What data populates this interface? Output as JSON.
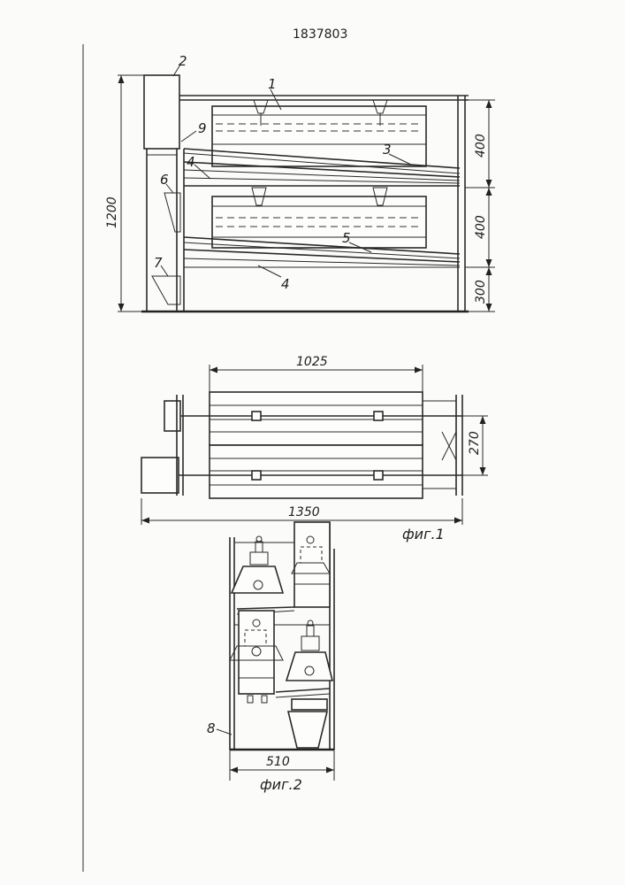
{
  "document": {
    "patent_number": "1837803"
  },
  "fig1_side": {
    "labels": [
      "1",
      "2",
      "9",
      "3",
      "4",
      "6",
      "5",
      "7",
      "4"
    ],
    "dimensions": {
      "overall_height": "1200",
      "upper": "400",
      "middle": "400",
      "lower": "300"
    }
  },
  "fig1_top": {
    "dimensions": {
      "length_top": "1025",
      "length_overall": "1350",
      "pitch": "270"
    },
    "caption": "фиг.1"
  },
  "fig2": {
    "label": "8",
    "dimensions": {
      "width": "510"
    },
    "caption": "фиг.2"
  }
}
